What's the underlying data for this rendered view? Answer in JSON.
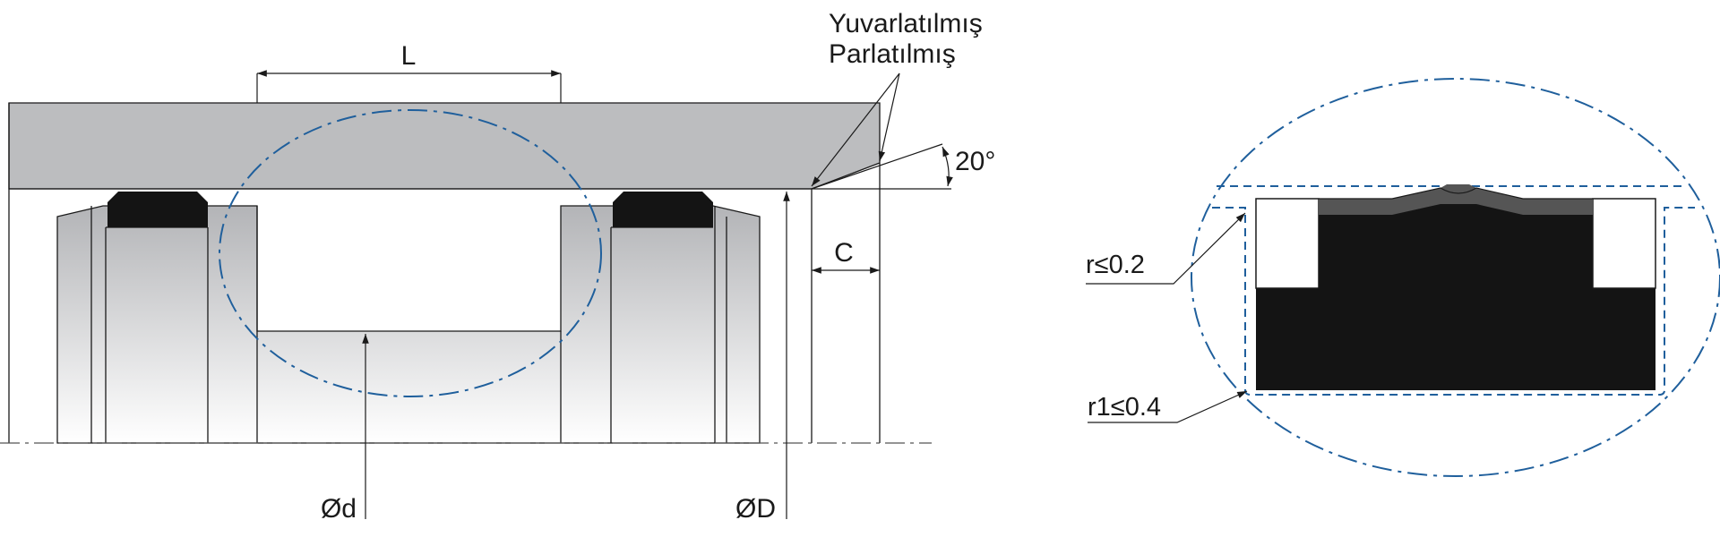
{
  "labels": {
    "length": "L",
    "surface_line1": "Yuvarlatılmış",
    "surface_line2": "Parlatılmış",
    "angle": "20°",
    "chamfer": "C",
    "inner_diameter": "Ød",
    "outer_diameter": "ØD",
    "radius": "r≤0.2",
    "radius_1": "r1≤0.4"
  },
  "colors": {
    "housing": "#bcbdbf",
    "seal": "#141414",
    "seal_lip": "#555555",
    "detail_outline": "#1f5f9c"
  }
}
